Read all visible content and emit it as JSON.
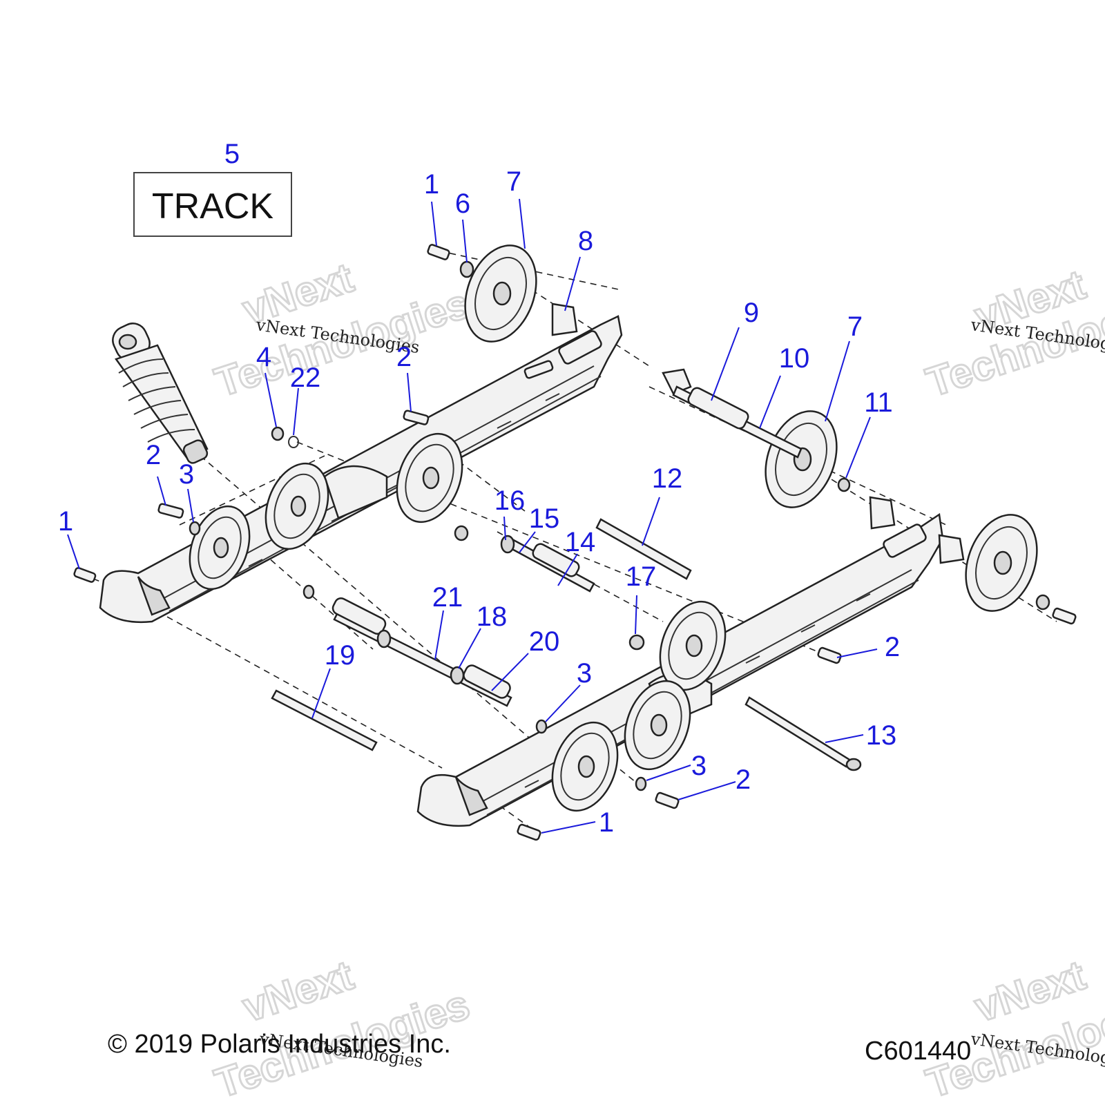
{
  "diagram": {
    "track_label": "TRACK",
    "copyright": "© 2019 Polaris Industries Inc.",
    "figure_code": "C601440",
    "watermark_line": "vNext Technologies",
    "watermark_word1": "vNext",
    "watermark_word2": "Technologies"
  },
  "callouts": [
    {
      "id": "c5",
      "label": "5"
    },
    {
      "id": "c1a",
      "label": "1"
    },
    {
      "id": "c6",
      "label": "6"
    },
    {
      "id": "c7a",
      "label": "7"
    },
    {
      "id": "c8",
      "label": "8"
    },
    {
      "id": "c9",
      "label": "9"
    },
    {
      "id": "c7b",
      "label": "7"
    },
    {
      "id": "c10",
      "label": "10"
    },
    {
      "id": "c4",
      "label": "4"
    },
    {
      "id": "c22",
      "label": "22"
    },
    {
      "id": "c2a",
      "label": "2"
    },
    {
      "id": "c11",
      "label": "11"
    },
    {
      "id": "c2b",
      "label": "2"
    },
    {
      "id": "c3a",
      "label": "3"
    },
    {
      "id": "c12",
      "label": "12"
    },
    {
      "id": "c1b",
      "label": "1"
    },
    {
      "id": "c16",
      "label": "16"
    },
    {
      "id": "c15",
      "label": "15"
    },
    {
      "id": "c14",
      "label": "14"
    },
    {
      "id": "c17",
      "label": "17"
    },
    {
      "id": "c21",
      "label": "21"
    },
    {
      "id": "c18",
      "label": "18"
    },
    {
      "id": "c20",
      "label": "20"
    },
    {
      "id": "c19",
      "label": "19"
    },
    {
      "id": "c3b",
      "label": "3"
    },
    {
      "id": "c2c",
      "label": "2"
    },
    {
      "id": "c13",
      "label": "13"
    },
    {
      "id": "c3c",
      "label": "3"
    },
    {
      "id": "c2d",
      "label": "2"
    },
    {
      "id": "c1c",
      "label": "1"
    }
  ]
}
